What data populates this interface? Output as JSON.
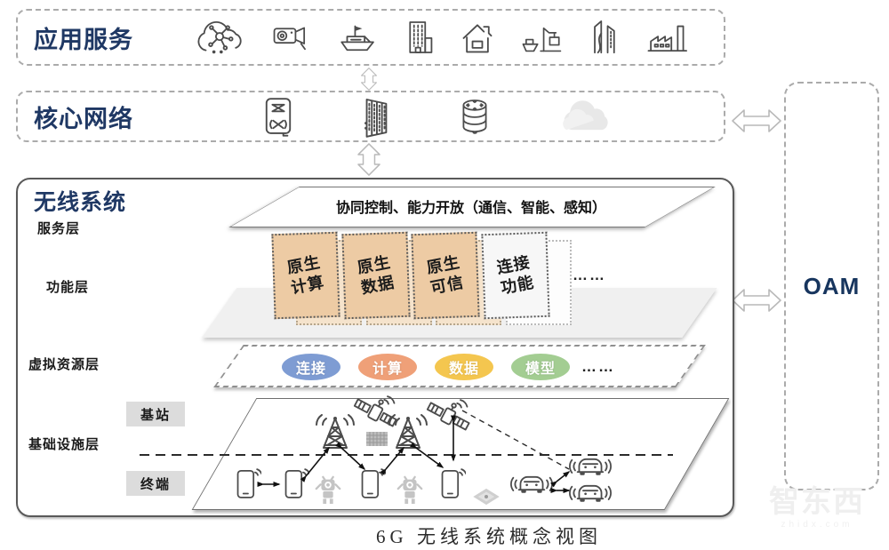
{
  "colors": {
    "title_blue": "#1f3864",
    "card_tan": "#edcba4",
    "badge_gray": "#dcdcdc",
    "oval_blue": "#7e9cd3",
    "oval_orange": "#efa078",
    "oval_yellow": "#f4c64f",
    "oval_green": "#a3cd92"
  },
  "app_services": {
    "title": "应用服务",
    "icons": [
      "cloud-network",
      "surveillance-camera",
      "ship",
      "office-building",
      "smart-home",
      "port-crane",
      "smart-city",
      "factory"
    ]
  },
  "core_network": {
    "title": "核心网络",
    "icons": [
      "network-switch",
      "server-rack",
      "database",
      "cloud"
    ]
  },
  "wireless_system": {
    "title": "无线系统",
    "layers": {
      "service": {
        "label": "服务层",
        "banner": "协同控制、能力开放（通信、智能、感知）"
      },
      "function": {
        "label": "功能层",
        "cards": [
          {
            "lines": [
              "原生",
              "计算"
            ],
            "style": "tan"
          },
          {
            "lines": [
              "原生",
              "数据"
            ],
            "style": "tan"
          },
          {
            "lines": [
              "原生",
              "可信"
            ],
            "style": "tan"
          },
          {
            "lines": [
              "连接",
              "功能"
            ],
            "style": "white"
          }
        ],
        "ellipsis": "……"
      },
      "virtual": {
        "label": "虚拟资源层",
        "ovals": [
          {
            "label": "连接",
            "color": "#7e9cd3"
          },
          {
            "label": "计算",
            "color": "#efa078"
          },
          {
            "label": "数据",
            "color": "#f4c64f"
          },
          {
            "label": "模型",
            "color": "#a3cd92"
          }
        ],
        "ellipsis": "……"
      },
      "infrastructure": {
        "label": "基础设施层",
        "base_station_badge": "基站",
        "terminal_badge": "终端",
        "scene_icons": [
          "satellite",
          "radio-tower",
          "smartphone",
          "robot",
          "connected-car",
          "edge-chip"
        ]
      }
    }
  },
  "oam": {
    "label": "OAM"
  },
  "caption": "6G 无线系统概念视图",
  "watermark": {
    "line1": "智东西",
    "line2": "zhidx.com"
  }
}
